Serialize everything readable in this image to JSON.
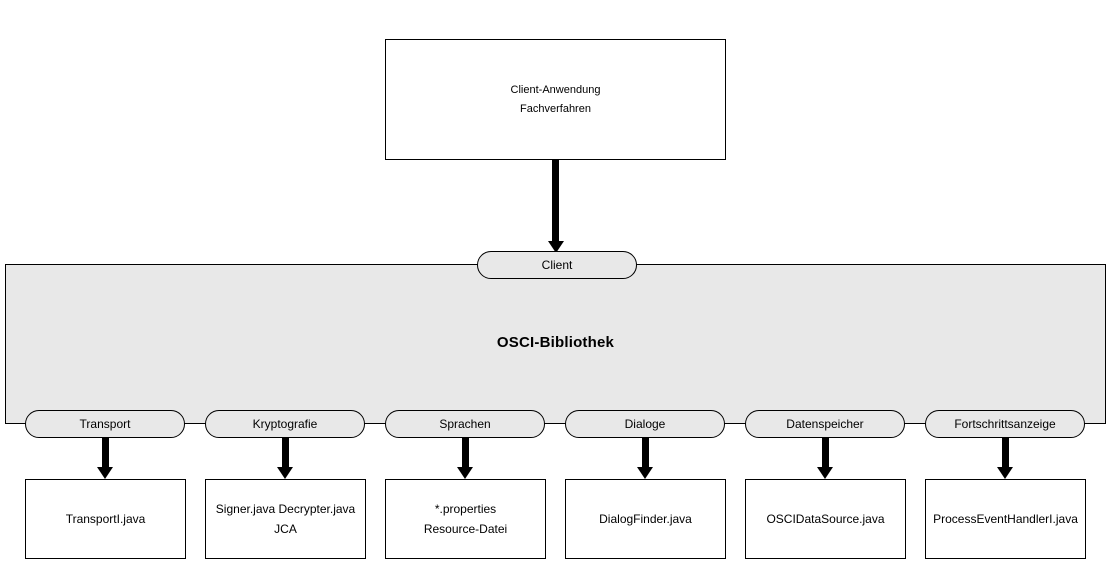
{
  "client_app": {
    "line1": "Client-Anwendung",
    "line2": "Fachverfahren"
  },
  "library": {
    "title": "OSCI-Bibliothek",
    "client_interface": "Client"
  },
  "modules": [
    {
      "label": "Transport",
      "impl_line1": "TransportI.java",
      "impl_line2": ""
    },
    {
      "label": "Kryptografie",
      "impl_line1": "Signer.java Decrypter.java",
      "impl_line2": "JCA"
    },
    {
      "label": "Sprachen",
      "impl_line1": "*.properties",
      "impl_line2": "Resource-Datei"
    },
    {
      "label": "Dialoge",
      "impl_line1": "DialogFinder.java",
      "impl_line2": ""
    },
    {
      "label": "Datenspeicher",
      "impl_line1": "OSCIDataSource.java",
      "impl_line2": ""
    },
    {
      "label": "Fortschrittsanzeige",
      "impl_line1": "ProcessEventHandlerI.java",
      "impl_line2": ""
    }
  ],
  "colors": {
    "library_fill": "#e8e8e8",
    "outline": "#000000",
    "box_fill": "#ffffff"
  }
}
